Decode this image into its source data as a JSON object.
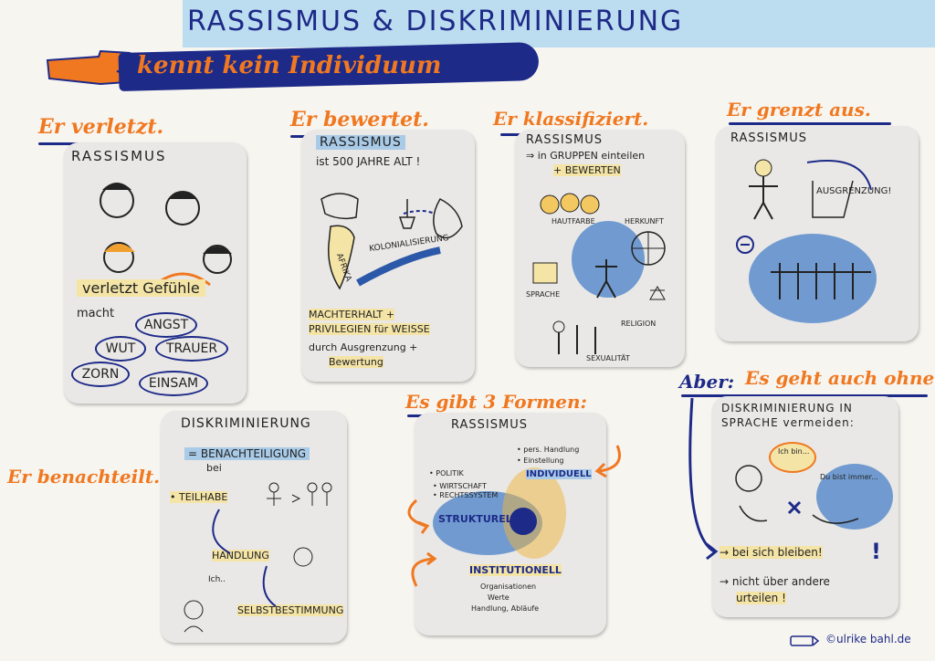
{
  "title": "RASSISMUS & DISKRIMINIERUNG",
  "subtitle": "kennt kein Individuum",
  "colors": {
    "blue": "#1d2a88",
    "orange": "#f07820",
    "light_blue": "#bcdcf0",
    "highlight": "#f4e4a6",
    "paint_blue": "#4882c8"
  },
  "panels": {
    "verletzt": {
      "heading": "Er verletzt.",
      "topic": "RASSISMUS",
      "line1": "verletzt Gefühle",
      "line2": "macht",
      "feelings": [
        "ANGST",
        "WUT",
        "TRAUER",
        "ZORN",
        "EINSAM"
      ]
    },
    "bewertet": {
      "heading": "Er bewertet.",
      "topic": "RASSISMUS",
      "age": "ist 500 JAHRE ALT !",
      "map_label": "AFRIKA",
      "kolonial": "KOLONIALISIERUNG",
      "line1": "MACHTERHALT +",
      "line2": "PRIVILEGIEN für WEISSE",
      "line3": "durch Ausgrenzung +",
      "line4": "Bewertung"
    },
    "klassifiziert": {
      "heading": "Er klassifiziert.",
      "topic": "RASSISMUS",
      "line1": "⇒ in GRUPPEN einteilen",
      "line2": "+ BEWERTEN",
      "labels": [
        "HAUTFARBE",
        "HERKUNFT",
        "SPRACHE",
        "RELIGION",
        "SEXUALITÄT"
      ]
    },
    "grenzt": {
      "heading": "Er grenzt aus.",
      "topic": "RASSISMUS",
      "label": "AUSGRENZUNG!"
    },
    "benachteilt": {
      "heading": "Er benachteilt.",
      "topic": "DISKRIMINIERUNG",
      "line1": "= BENACHTEILIGUNG",
      "line2": "bei",
      "items": [
        "• TEILHABE",
        "HANDLUNG",
        "SELBSTBESTIMMUNG"
      ],
      "bubble": "Ich.."
    },
    "formen": {
      "heading": "Es gibt 3 Formen:",
      "topic": "RASSISMUS",
      "left_notes": [
        "• POLITIK",
        "• WIRTSCHAFT",
        "• RECHTSSYSTEM"
      ],
      "right_notes": [
        "• pers. Handlung",
        "• Einstellung"
      ],
      "forms": [
        "STRUKTURELL",
        "INDIVIDUELL",
        "INSTITUTIONELL"
      ],
      "bottom_notes": [
        "Organisationen",
        "Werte",
        "Handlung, Abläufe"
      ]
    },
    "ohne": {
      "heading_a": "Aber:",
      "heading_b": "Es geht auch ohne!",
      "line1": "DISKRIMINIERUNG IN",
      "line2": "SPRACHE vermeiden:",
      "bubble1": "Ich bin...",
      "bubble2": "Du bist immer...",
      "tip1": "→ bei sich bleiben!",
      "tip2": "→ nicht über andere",
      "tip3": "urteilen !",
      "mark": "!"
    }
  },
  "signature": "©ulrike bahl.de"
}
